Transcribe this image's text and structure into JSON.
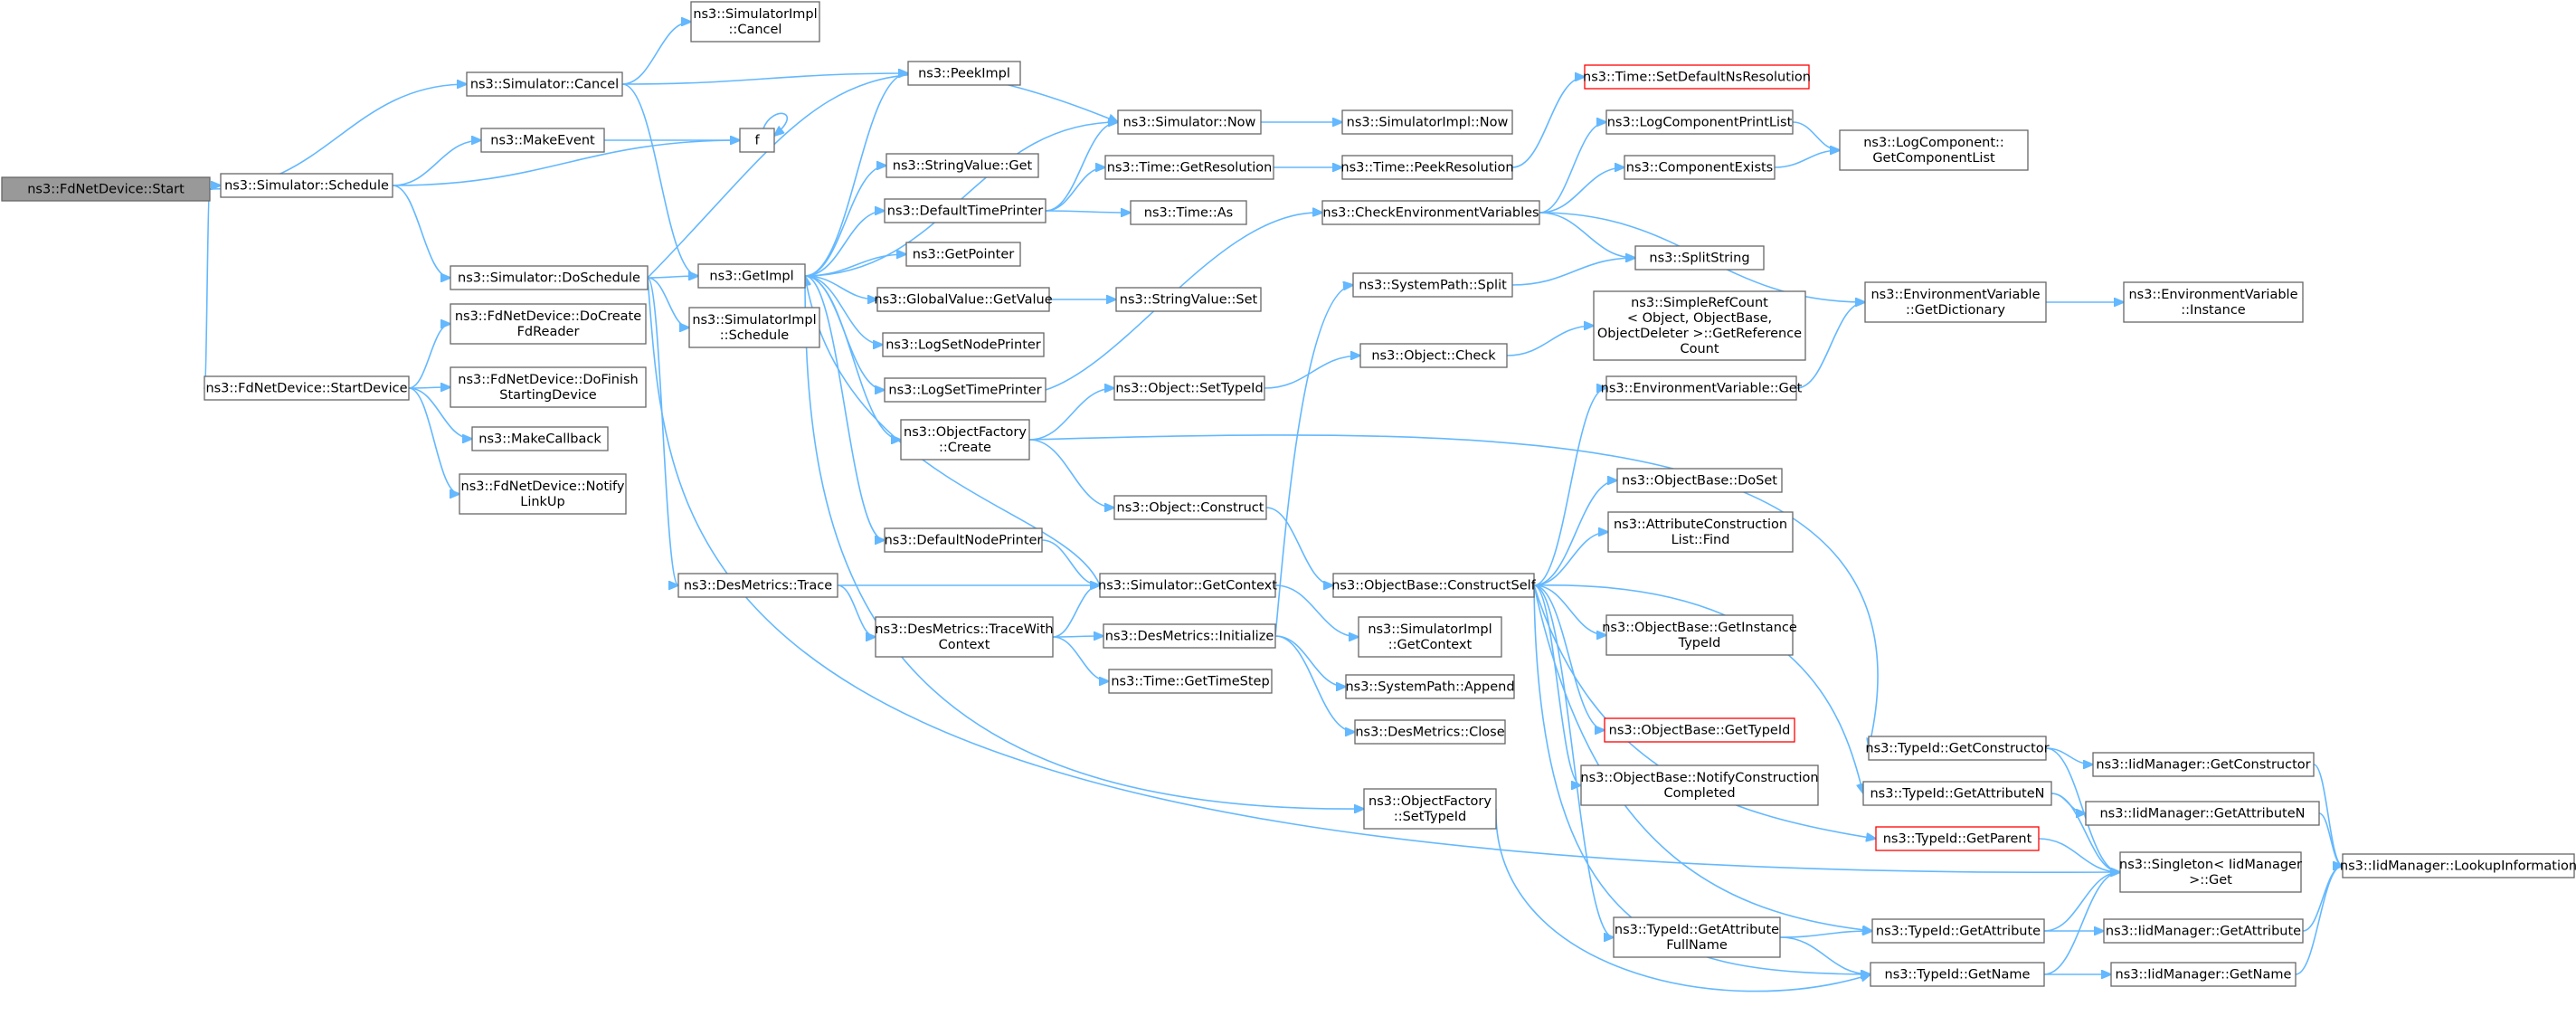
{
  "colors": {
    "edge": "#63b8ff",
    "node_border": "#666666",
    "node_fill": "#ffffff",
    "root_fill": "#999999",
    "highlight_border": "#ff0000"
  },
  "nodes": [
    {
      "id": "start",
      "lines": [
        "ns3::FdNetDevice::Start"
      ],
      "style": "root"
    },
    {
      "id": "cancel",
      "lines": [
        "ns3::Simulator::Cancel"
      ]
    },
    {
      "id": "schedule",
      "lines": [
        "ns3::Simulator::Schedule"
      ]
    },
    {
      "id": "startdevice",
      "lines": [
        "ns3::FdNetDevice::StartDevice"
      ]
    },
    {
      "id": "simimplcancel",
      "lines": [
        "ns3::SimulatorImpl",
        "::Cancel"
      ]
    },
    {
      "id": "peekimpl",
      "lines": [
        "ns3::PeekImpl"
      ]
    },
    {
      "id": "getimpl",
      "lines": [
        "ns3::GetImpl"
      ]
    },
    {
      "id": "makeevent",
      "lines": [
        "ns3::MakeEvent"
      ]
    },
    {
      "id": "f",
      "lines": [
        "f"
      ]
    },
    {
      "id": "doschedule",
      "lines": [
        "ns3::Simulator::DoSchedule"
      ]
    },
    {
      "id": "docreate",
      "lines": [
        "ns3::FdNetDevice::DoCreate",
        "FdReader"
      ]
    },
    {
      "id": "dofinish",
      "lines": [
        "ns3::FdNetDevice::DoFinish",
        "StartingDevice"
      ]
    },
    {
      "id": "makecallback",
      "lines": [
        "ns3::MakeCallback"
      ]
    },
    {
      "id": "notifylinkup",
      "lines": [
        "ns3::FdNetDevice::Notify",
        "LinkUp"
      ]
    },
    {
      "id": "simimplschedule",
      "lines": [
        "ns3::SimulatorImpl",
        "::Schedule"
      ]
    },
    {
      "id": "desmetricstrace",
      "lines": [
        "ns3::DesMetrics::Trace"
      ]
    },
    {
      "id": "simnow",
      "lines": [
        "ns3::Simulator::Now"
      ]
    },
    {
      "id": "stringvalueget",
      "lines": [
        "ns3::StringValue::Get"
      ]
    },
    {
      "id": "defaulttimeprinter",
      "lines": [
        "ns3::DefaultTimePrinter"
      ]
    },
    {
      "id": "getpointer",
      "lines": [
        "ns3::GetPointer"
      ]
    },
    {
      "id": "globalvaluegetvalue",
      "lines": [
        "ns3::GlobalValue::GetValue"
      ]
    },
    {
      "id": "logsetnodeprinter",
      "lines": [
        "ns3::LogSetNodePrinter"
      ]
    },
    {
      "id": "logsettimeprinter",
      "lines": [
        "ns3::LogSetTimePrinter"
      ]
    },
    {
      "id": "objfactorycreate",
      "lines": [
        "ns3::ObjectFactory",
        "::Create"
      ]
    },
    {
      "id": "defaultnodeprinter",
      "lines": [
        "ns3::DefaultNodePrinter"
      ]
    },
    {
      "id": "tracewithcontext",
      "lines": [
        "ns3::DesMetrics::TraceWith",
        "Context"
      ]
    },
    {
      "id": "simimplnow",
      "lines": [
        "ns3::SimulatorImpl::Now"
      ]
    },
    {
      "id": "timegetresolution",
      "lines": [
        "ns3::Time::GetResolution"
      ]
    },
    {
      "id": "timeas",
      "lines": [
        "ns3::Time::As"
      ]
    },
    {
      "id": "stringvalueset",
      "lines": [
        "ns3::StringValue::Set"
      ]
    },
    {
      "id": "objectsettypeid",
      "lines": [
        "ns3::Object::SetTypeId"
      ]
    },
    {
      "id": "objectconstruct",
      "lines": [
        "ns3::Object::Construct"
      ]
    },
    {
      "id": "simgetcontext",
      "lines": [
        "ns3::Simulator::GetContext"
      ]
    },
    {
      "id": "desmetricsinit",
      "lines": [
        "ns3::DesMetrics::Initialize"
      ]
    },
    {
      "id": "timegettimestep",
      "lines": [
        "ns3::Time::GetTimeStep"
      ]
    },
    {
      "id": "timepeekresolution",
      "lines": [
        "ns3::Time::PeekResolution"
      ]
    },
    {
      "id": "timesetdefaultns",
      "lines": [
        "ns3::Time::SetDefaultNsResolution"
      ],
      "style": "red"
    },
    {
      "id": "checkenvvars",
      "lines": [
        "ns3::CheckEnvironmentVariables"
      ]
    },
    {
      "id": "syspathsplit",
      "lines": [
        "ns3::SystemPath::Split"
      ]
    },
    {
      "id": "objectcheck",
      "lines": [
        "ns3::Object::Check"
      ]
    },
    {
      "id": "objfactorysettypeid",
      "lines": [
        "ns3::ObjectFactory",
        "::SetTypeId"
      ]
    },
    {
      "id": "constructself",
      "lines": [
        "ns3::ObjectBase::ConstructSelf"
      ]
    },
    {
      "id": "simimplgetcontext",
      "lines": [
        "ns3::SimulatorImpl",
        "::GetContext"
      ]
    },
    {
      "id": "syspathappend",
      "lines": [
        "ns3::SystemPath::Append"
      ]
    },
    {
      "id": "desmetricsclose",
      "lines": [
        "ns3::DesMetrics::Close"
      ]
    },
    {
      "id": "logcomponentprintlist",
      "lines": [
        "ns3::LogComponentPrintList"
      ]
    },
    {
      "id": "componentexists",
      "lines": [
        "ns3::ComponentExists"
      ]
    },
    {
      "id": "splitstring",
      "lines": [
        "ns3::SplitString"
      ]
    },
    {
      "id": "simplerefcount",
      "lines": [
        "ns3::SimpleRefCount",
        "< Object, ObjectBase,",
        "ObjectDeleter >::GetReference",
        "Count"
      ]
    },
    {
      "id": "envvarget",
      "lines": [
        "ns3::EnvironmentVariable::Get"
      ]
    },
    {
      "id": "objectbasedoset",
      "lines": [
        "ns3::ObjectBase::DoSet"
      ]
    },
    {
      "id": "attrconstructfind",
      "lines": [
        "ns3::AttributeConstruction",
        "List::Find"
      ]
    },
    {
      "id": "getinstancetypeid",
      "lines": [
        "ns3::ObjectBase::GetInstance",
        "TypeId"
      ]
    },
    {
      "id": "objectbasegettypeid",
      "lines": [
        "ns3::ObjectBase::GetTypeId"
      ],
      "style": "red"
    },
    {
      "id": "notifyconstruction",
      "lines": [
        "ns3::ObjectBase::NotifyConstruction",
        "Completed"
      ]
    },
    {
      "id": "getattrfullname",
      "lines": [
        "ns3::TypeId::GetAttribute",
        "FullName"
      ]
    },
    {
      "id": "logcompgetlist",
      "lines": [
        "ns3::LogComponent::",
        "GetComponentList"
      ]
    },
    {
      "id": "envvargetdict",
      "lines": [
        "ns3::EnvironmentVariable",
        "::GetDictionary"
      ]
    },
    {
      "id": "typeidgetconstructor",
      "lines": [
        "ns3::TypeId::GetConstructor"
      ]
    },
    {
      "id": "typeidgetattributen",
      "lines": [
        "ns3::TypeId::GetAttributeN"
      ]
    },
    {
      "id": "typeidgetparent",
      "lines": [
        "ns3::TypeId::GetParent"
      ],
      "style": "red"
    },
    {
      "id": "typeidgetattribute",
      "lines": [
        "ns3::TypeId::GetAttribute"
      ]
    },
    {
      "id": "typeidgetname",
      "lines": [
        "ns3::TypeId::GetName"
      ]
    },
    {
      "id": "singletonget",
      "lines": [
        "ns3::Singleton< IidManager",
        ">::Get"
      ]
    },
    {
      "id": "envvarinstance",
      "lines": [
        "ns3::EnvironmentVariable",
        "::Instance"
      ]
    },
    {
      "id": "iidgetconstructor",
      "lines": [
        "ns3::IidManager::GetConstructor"
      ]
    },
    {
      "id": "iidgetattributen",
      "lines": [
        "ns3::IidManager::GetAttributeN"
      ]
    },
    {
      "id": "iidgetattribute",
      "lines": [
        "ns3::IidManager::GetAttribute"
      ]
    },
    {
      "id": "iidgetname",
      "lines": [
        "ns3::IidManager::GetName"
      ]
    },
    {
      "id": "iidlookup",
      "lines": [
        "ns3::IidManager::LookupInformation"
      ]
    }
  ]
}
